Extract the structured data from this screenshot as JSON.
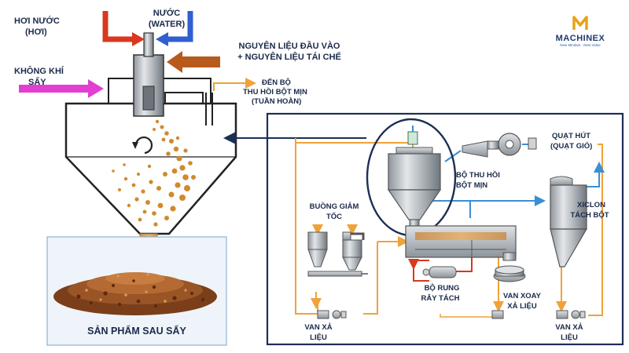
{
  "brand": {
    "name": "MACHINEX",
    "tagline": "New Mindset · New Value",
    "accent_color": "#e8a21a",
    "primary_color": "#1f3a6e"
  },
  "inputs": {
    "steam": [
      "HƠI NƯỚC",
      "(HƠI)"
    ],
    "water": [
      "NƯỚC",
      "(WATER)"
    ],
    "raw_material": [
      "NGUYÊN LIỆU ĐẦU VÀO",
      "+ NGUYÊN LIỆU TÁI CHẾ"
    ],
    "drying_air": [
      "KHÔNG KHÍ",
      "SẤY"
    ],
    "fines_out": [
      "ĐẾN BỘ",
      "THU HỒI BỘT MỊN",
      "(TUẦN HOÀN)"
    ]
  },
  "product": {
    "label": "SẢN PHẨM SAU SẤY"
  },
  "recovery_system": {
    "fine_powder_recovery": [
      "BỘ THU HỒI",
      "BỘT MỊN"
    ],
    "exhaust_fan": [
      "QUẠT HÚT",
      "(QUẠT GIÓ)"
    ],
    "cyclone": [
      "XICLON",
      "TÁCH BỘT"
    ],
    "deceleration_chamber": [
      "BUỒNG GIẢM",
      "TỐC"
    ],
    "vibrating_sifter": [
      "BỘ RUNG",
      "RÂY TÁCH"
    ],
    "rotary_valve": [
      "VAN XOAY",
      "XẢ LIỆU"
    ],
    "discharge_valve_left": [
      "VAN XẢ",
      "LIỆU"
    ],
    "discharge_valve_right": [
      "VAN XẢ",
      "LIỆU"
    ]
  },
  "colors": {
    "steam_arrow": "#d9381e",
    "water_arrow": "#2f5fd0",
    "material_arrow": "#b85a1c",
    "air_arrow": "#e23fd2",
    "orange_line": "#f0a23a",
    "blue_line": "#3a8fd6",
    "red_line": "#d9381e",
    "frame_navy": "#1c2f55"
  }
}
